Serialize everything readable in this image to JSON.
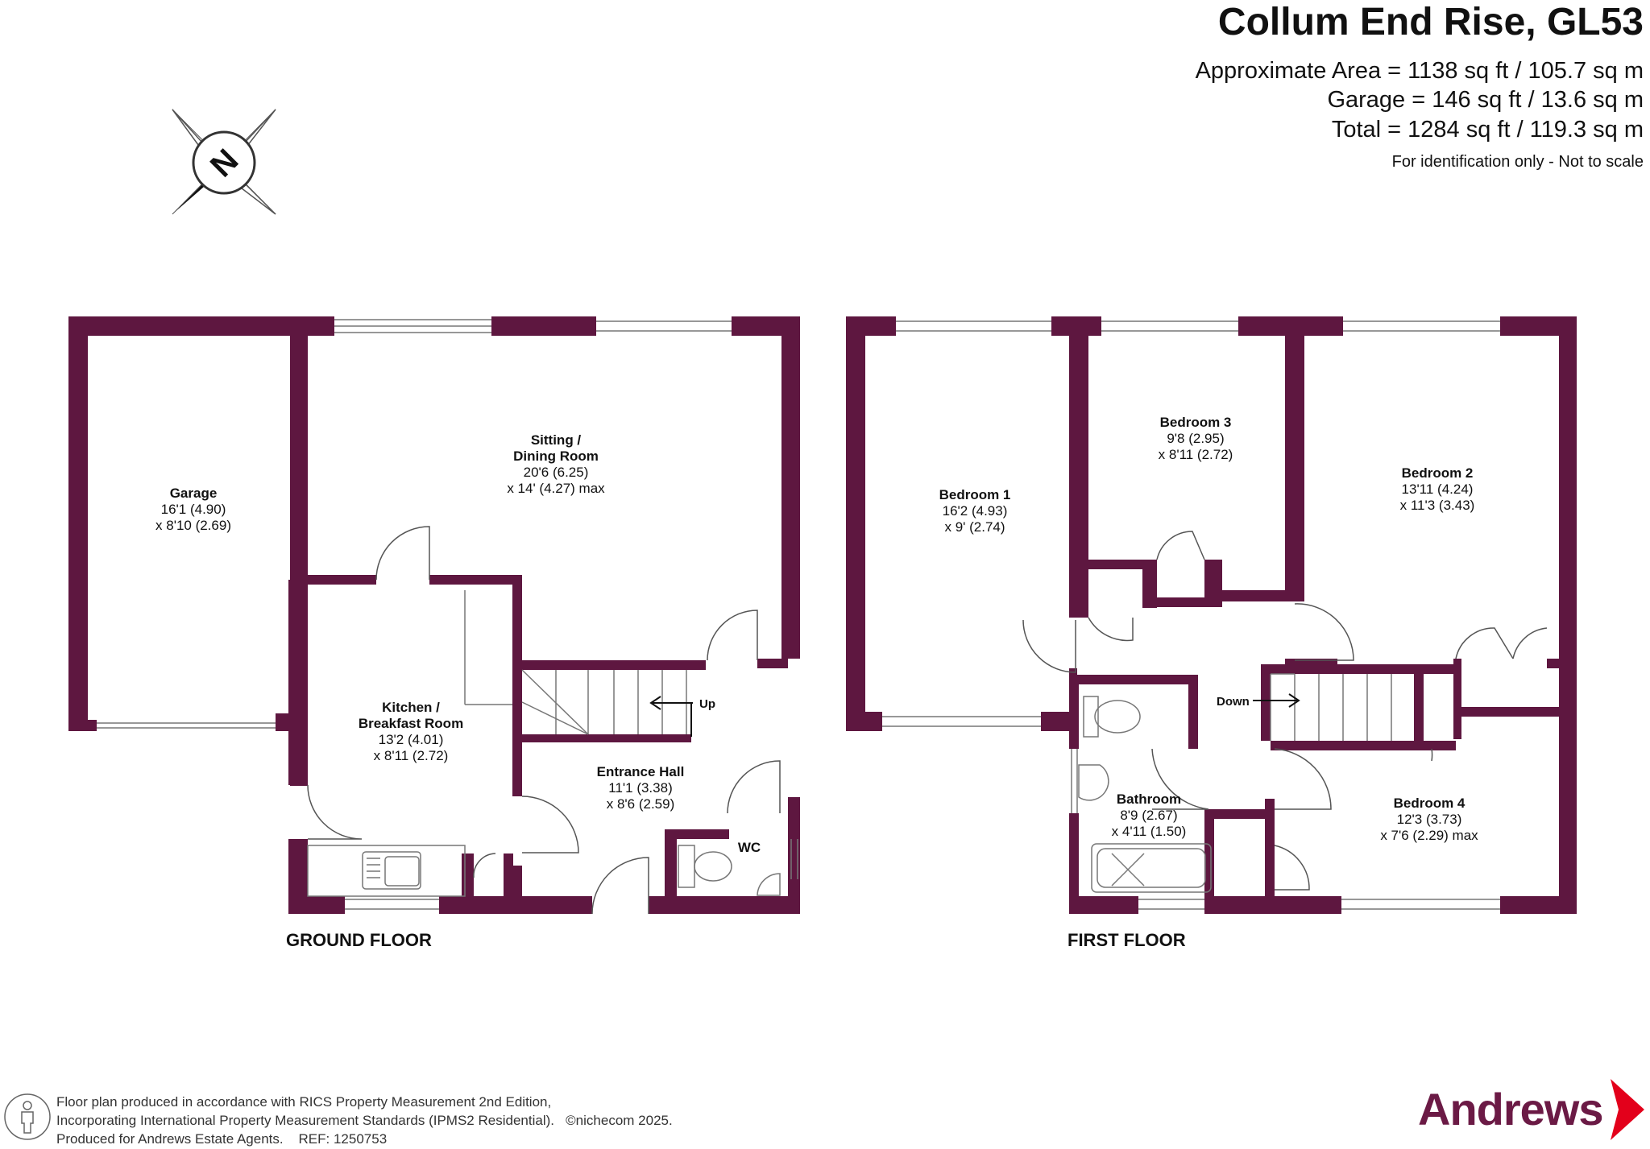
{
  "header": {
    "title": "Collum End Rise, GL53",
    "area_line": "Approximate Area = 1138 sq ft / 105.7 sq m",
    "garage_line": "Garage = 146 sq ft / 13.6 sq m",
    "total_line": "Total = 1284 sq ft / 119.3 sq m",
    "disclaimer": "For identification only - Not to scale"
  },
  "compass": {
    "letter": "N",
    "icon": "compass-north-icon"
  },
  "colors": {
    "wall": "#5e1740",
    "brand": "#6b1a45",
    "brand_chevron": "#e3001b"
  },
  "ground_floor": {
    "label": "GROUND FLOOR",
    "rooms": [
      {
        "name": "Garage",
        "dims": [
          "16'1 (4.90)",
          "x 8'10 (2.69)"
        ]
      },
      {
        "name_lines": [
          "Sitting /",
          "Dining Room"
        ],
        "dims": [
          "20'6 (6.25)",
          "x 14' (4.27) max"
        ]
      },
      {
        "name_lines": [
          "Kitchen /",
          "Breakfast Room"
        ],
        "dims": [
          "13'2 (4.01)",
          "x 8'11 (2.72)"
        ]
      },
      {
        "name": "Entrance Hall",
        "dims": [
          "11'1 (3.38)",
          "x 8'6 (2.59)"
        ]
      },
      {
        "name": "WC"
      }
    ],
    "stairs_label": "Up"
  },
  "first_floor": {
    "label": "FIRST FLOOR",
    "rooms": [
      {
        "name": "Bedroom 1",
        "dims": [
          "16'2 (4.93)",
          "x 9' (2.74)"
        ]
      },
      {
        "name": "Bedroom 3",
        "dims": [
          "9'8 (2.95)",
          "x 8'11 (2.72)"
        ]
      },
      {
        "name": "Bedroom 2",
        "dims": [
          "13'11 (4.24)",
          "x 11'3 (3.43)"
        ]
      },
      {
        "name": "Bathroom",
        "dims": [
          "8'9 (2.67)",
          "x 4'11 (1.50)"
        ]
      },
      {
        "name": "Bedroom 4",
        "dims": [
          "12'3 (3.73)",
          "x 7'6 (2.29) max"
        ]
      }
    ],
    "stairs_label": "Down"
  },
  "footer": {
    "line1": "Floor plan produced in accordance with RICS Property Measurement 2nd Edition,",
    "line2": "Incorporating International Property Measurement Standards (IPMS2 Residential).",
    "copyright": "©nichecom 2025.",
    "line3": "Produced for Andrews Estate Agents.",
    "ref": "REF: 1250753"
  },
  "brand": {
    "name": "Andrews"
  }
}
